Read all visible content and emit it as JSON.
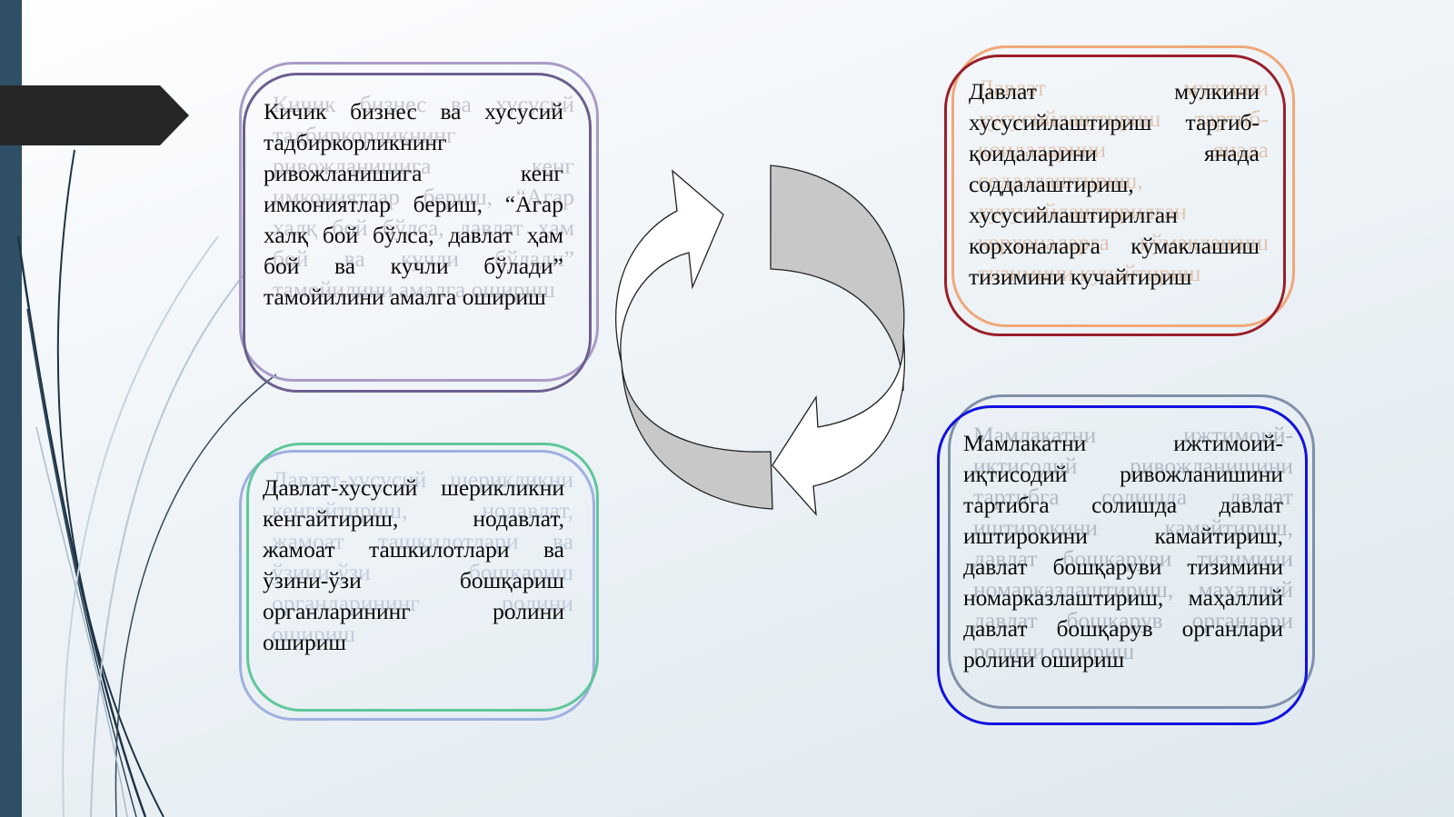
{
  "boxes": {
    "top_left": {
      "text": "Кичик бизнес ва хусусий тадбиркорликнинг ривожланишига кенг имкониятлар бериш, “Агар халқ бой бўлса, давлат ҳам бой ва кучли бўлади” тамойилини амалга ошириш",
      "colors": {
        "outer": "#a99bc8",
        "inner": "#6c5f8f",
        "shadow_text": "#8a8aa0"
      }
    },
    "bottom_left": {
      "text": "Давлат-хусусий шерикликни кенгайтириш, нодавлат, жамоат ташкилотлари ва ўзини-ўзи бошқариш органларининг ролини ошириш",
      "colors": {
        "outer": "#9fb0e0",
        "inner": "#5fc79a",
        "shadow_text": "#8fa0c0"
      }
    },
    "top_right": {
      "text": "Давлат мулкини хусусийлаштириш тартиб-қоидаларини янада соддалаштириш, хусусийлаштирилган корхоналарга кўмаклашиш тизимини кучайтириш",
      "colors": {
        "outer": "#f0a878",
        "inner": "#9a1f2a",
        "shadow_text": "#d09060"
      }
    },
    "bottom_right": {
      "text": "Мамлакатни ижтимоий-иқтисодий ривожланишини тартибга солишда давлат иштирокини камайтириш, давлат бошқаруви тизимини номарказлаштириш, маҳаллий давлат бошқарув органлари ролини ошириш",
      "colors": {
        "outer": "#8090a8",
        "inner": "#1010e0",
        "shadow_text": "#707890"
      }
    }
  },
  "cycle_icon": "circular-arrows-icon",
  "colors": {
    "left_bar": "#2e4f66",
    "arrow_tab": "#262626",
    "cycle_gray": "#c8c8c8",
    "cycle_outline": "#222222"
  }
}
